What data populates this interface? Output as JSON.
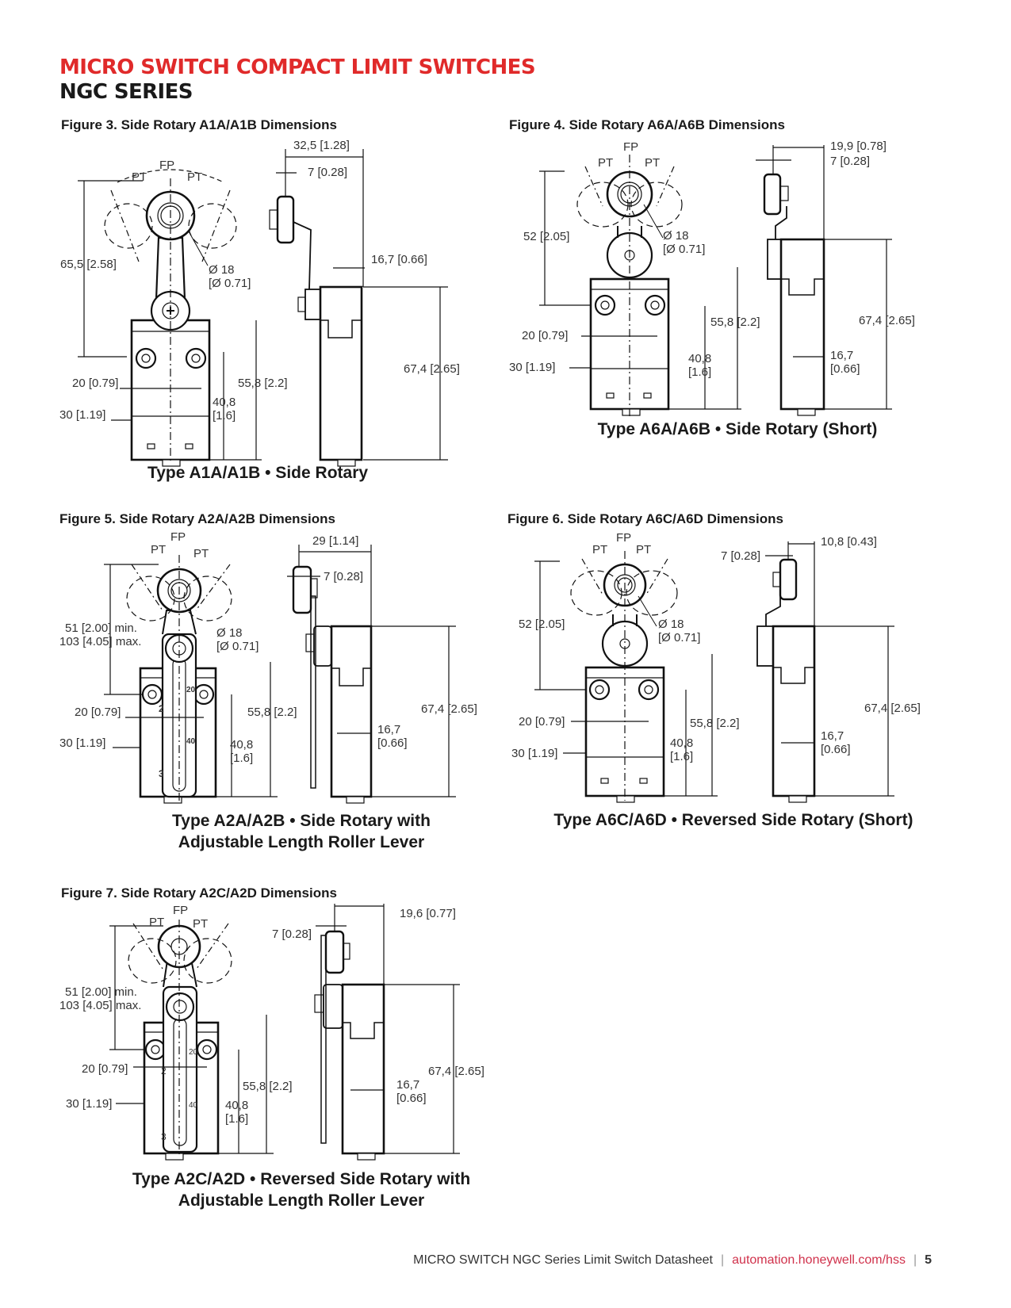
{
  "header": {
    "title": "MICRO SWITCH COMPACT LIMIT SWITCHES",
    "subtitle": "NGC SERIES",
    "title_color": "#e02a2a"
  },
  "figures": [
    {
      "id": "fig3",
      "title": "Figure 3. Side Rotary A1A/A1B Dimensions",
      "caption": [
        "Type A1A/A1B • Side Rotary"
      ],
      "labels": {
        "fp": "FP",
        "pt_left": "PT",
        "pt_right": "PT",
        "height": "65,5 [2.58]",
        "roller_dia": "Ø 18",
        "roller_dia_in": "[Ø 0.71]",
        "hole_spacing": "20 [0.79]",
        "body_width": "30 [1.19]",
        "total_height": "55,8 [2.2]",
        "hole_height": "40,8",
        "hole_height_in": "[1.6]",
        "side_width": "32,5 [1.28]",
        "roller_offset": "7 [0.28]",
        "side_depth": "16,7 [0.66]",
        "side_height": "67,4 [2.65]"
      }
    },
    {
      "id": "fig4",
      "title": "Figure 4. Side Rotary A6A/A6B Dimensions",
      "caption": [
        "Type A6A/A6B • Side Rotary (Short)"
      ],
      "labels": {
        "fp": "FP",
        "pt_left": "PT",
        "pt_right": "PT",
        "height": "52 [2.05]",
        "roller_dia": "Ø 18",
        "roller_dia_in": "[Ø 0.71]",
        "hole_spacing": "20 [0.79]",
        "body_width": "30 [1.19]",
        "total_height": "55,8 [2.2]",
        "hole_height": "40,8",
        "hole_height_in": "[1.6]",
        "side_width": "19,9 [0.78]",
        "roller_offset": "7 [0.28]",
        "side_depth": "16,7",
        "side_depth_in": "[0.66]",
        "side_height": "67,4 [2.65]"
      }
    },
    {
      "id": "fig5",
      "title": "Figure 5. Side Rotary A2A/A2B Dimensions",
      "caption": [
        "Type A2A/A2B • Side Rotary with",
        "Adjustable Length Roller Lever"
      ],
      "labels": {
        "fp": "FP",
        "pt_left": "PT",
        "pt_right": "PT",
        "height_min": "51 [2.00] min.",
        "height_max": "103 [4.05] max.",
        "roller_dia": "Ø 18",
        "roller_dia_in": "[Ø 0.71]",
        "hole_spacing": "20 [0.79]",
        "body_width": "30 [1.19]",
        "total_height": "55,8 [2.2]",
        "hole_height": "40,8",
        "hole_height_in": "[1.6]",
        "side_width": "29 [1.14]",
        "roller_offset": "7 [0.28]",
        "side_depth": "16,7",
        "side_depth_in": "[0.66]",
        "side_height": "67,4 [2.65]",
        "scale_marks": [
          "20",
          "2",
          "40",
          "3"
        ]
      }
    },
    {
      "id": "fig6",
      "title": "Figure 6. Side Rotary A6C/A6D Dimensions",
      "caption": [
        "Type A6C/A6D • Reversed Side Rotary (Short)"
      ],
      "labels": {
        "fp": "FP",
        "pt_left": "PT",
        "pt_right": "PT",
        "height": "52 [2.05]",
        "roller_dia": "Ø 18",
        "roller_dia_in": "[Ø 0.71]",
        "hole_spacing": "20 [0.79]",
        "body_width": "30 [1.19]",
        "total_height": "55,8 [2.2]",
        "hole_height": "40,8",
        "hole_height_in": "[1.6]",
        "side_width": "10,8 [0.43]",
        "roller_offset": "7 [0.28]",
        "side_depth": "16,7",
        "side_depth_in": "[0.66]",
        "side_height": "67,4 [2.65]"
      }
    },
    {
      "id": "fig7",
      "title": "Figure 7. Side Rotary A2C/A2D Dimensions",
      "caption": [
        "Type A2C/A2D • Reversed Side Rotary with",
        "Adjustable Length Roller Lever"
      ],
      "labels": {
        "fp": "FP",
        "pt_left": "PT",
        "pt_right": "PT",
        "height_min": "51 [2.00] min.",
        "height_max": "103 [4.05] max.",
        "hole_spacing": "20 [0.79]",
        "body_width": "30 [1.19]",
        "total_height": "55,8 [2.2]",
        "hole_height": "40,8",
        "hole_height_in": "[1.6]",
        "side_width": "19,6 [0.77]",
        "roller_offset": "7 [0.28]",
        "side_depth": "16,7",
        "side_depth_in": "[0.66]",
        "side_height": "67,4 [2.65]",
        "scale_marks": [
          "20",
          "2",
          "40",
          "3"
        ]
      }
    }
  ],
  "footer": {
    "doc_title": "MICRO SWITCH NGC Series Limit Switch Datasheet",
    "url": "automation.honeywell.com/hss",
    "separator": "|",
    "page": "5",
    "link_color": "#d0314b"
  }
}
